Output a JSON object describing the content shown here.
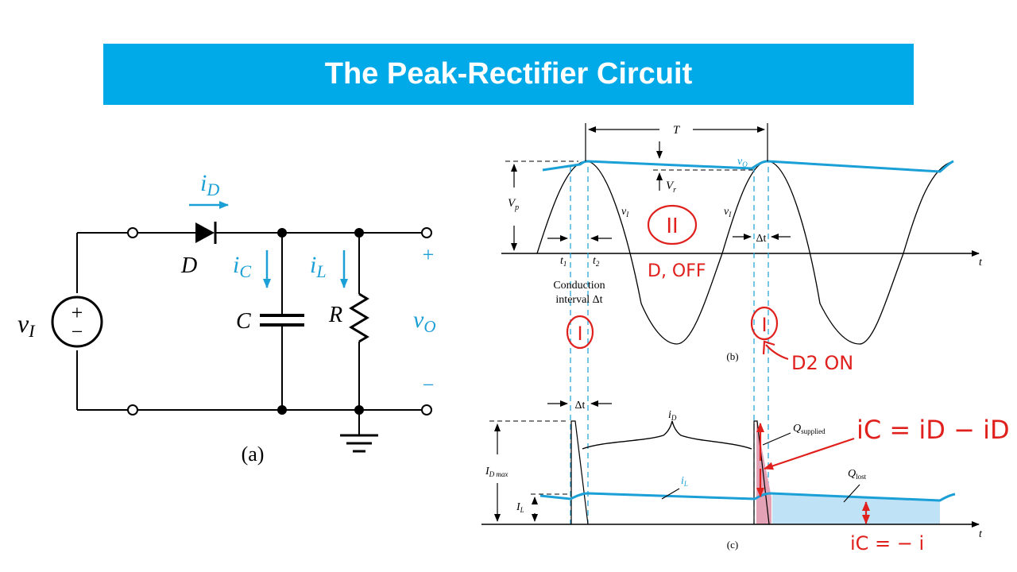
{
  "title": "The Peak-Rectifier Circuit",
  "colors": {
    "title_bg": "#00a9e8",
    "accent": "#1a9fd6",
    "annotation": "#e0201c",
    "shade": "#bfe2f6"
  },
  "circuit": {
    "source": "v",
    "source_sub": "I",
    "plus": "+",
    "minus": "−",
    "diode_current": "i",
    "diode_current_sub": "D",
    "diode": "D",
    "cap_current": "i",
    "cap_current_sub": "C",
    "capacitor": "C",
    "load_current": "i",
    "load_current_sub": "L",
    "resistor": "R",
    "output": "v",
    "output_sub": "O",
    "out_plus": "+",
    "out_minus": "−",
    "caption": "(a)"
  },
  "graph_b": {
    "period": "T",
    "vo": "v",
    "vo_sub": "O",
    "vr": "V",
    "vr_sub": "r",
    "vp": "V",
    "vp_sub": "p",
    "vi_1": "v",
    "vi_1_sub": "I",
    "vi_2": "v",
    "vi_2_sub": "I",
    "delta_t": "Δt",
    "t1": "t",
    "t1_sub": "1",
    "t2": "t",
    "t2_sub": "2",
    "t_axis": "t",
    "conduction_1": "Conduction",
    "conduction_2": "interval Δt",
    "caption": "(b)"
  },
  "graph_c": {
    "delta_t": "Δt",
    "id": "i",
    "id_sub": "D",
    "q_supplied": "Q",
    "q_supplied_sub": "supplied",
    "q_lost": "Q",
    "q_lost_sub": "lost",
    "il": "i",
    "il_sub": "L",
    "idmax": "I",
    "idmax_sub": "D max",
    "il_level": "I",
    "il_level_sub": "L",
    "t_axis": "t",
    "caption": "(c)"
  },
  "annotations": {
    "region_2": "II",
    "d1_off": "D, OFF",
    "region_1a": "I",
    "region_1b": "I",
    "d2_on": "D2 ON",
    "ic_eq": "iC = iD − iD",
    "ic_neg": "iC = − i"
  }
}
